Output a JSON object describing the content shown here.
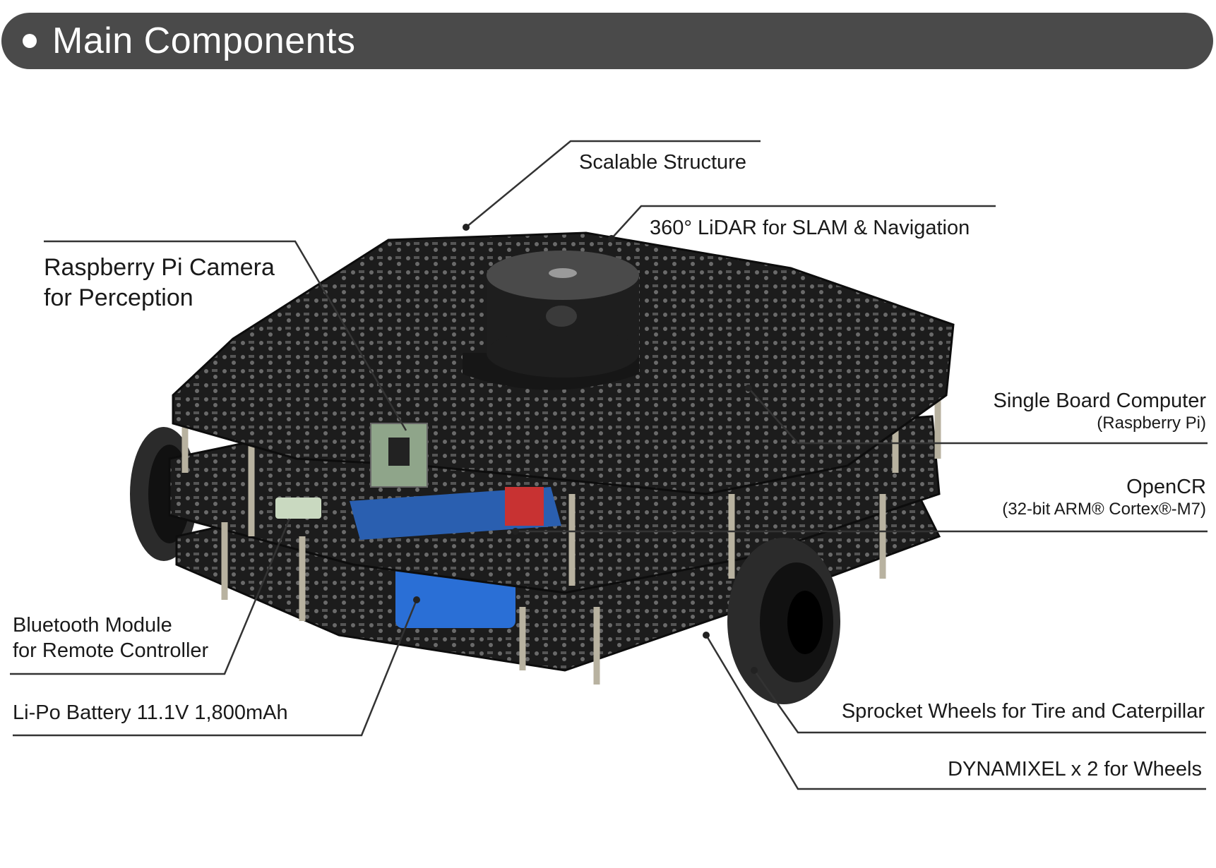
{
  "header": {
    "title": "Main Components"
  },
  "labels": {
    "scalable_structure": "Scalable Structure",
    "lidar": "360° LiDAR for SLAM & Navigation",
    "camera_line1": "Raspberry Pi Camera",
    "camera_line2": "for Perception",
    "sbc_line1": "Single Board Computer",
    "sbc_line2": "(Raspberry Pi)",
    "opencr_line1": "OpenCR",
    "opencr_line2": "(32-bit ARM® Cortex®-M7)",
    "bluetooth_line1": "Bluetooth Module",
    "bluetooth_line2": "for Remote Controller",
    "battery": "Li-Po Battery 11.1V 1,800mAh",
    "sprocket": "Sprocket Wheels for Tire and Caterpillar",
    "dynamixel": "DYNAMIXEL x 2  for Wheels"
  },
  "colors": {
    "header_bg": "#4a4a4a",
    "plate": "#1c1c1c",
    "battery": "#2a6fd6",
    "pcb": "#2a5fb0",
    "connector": "#c83232"
  }
}
